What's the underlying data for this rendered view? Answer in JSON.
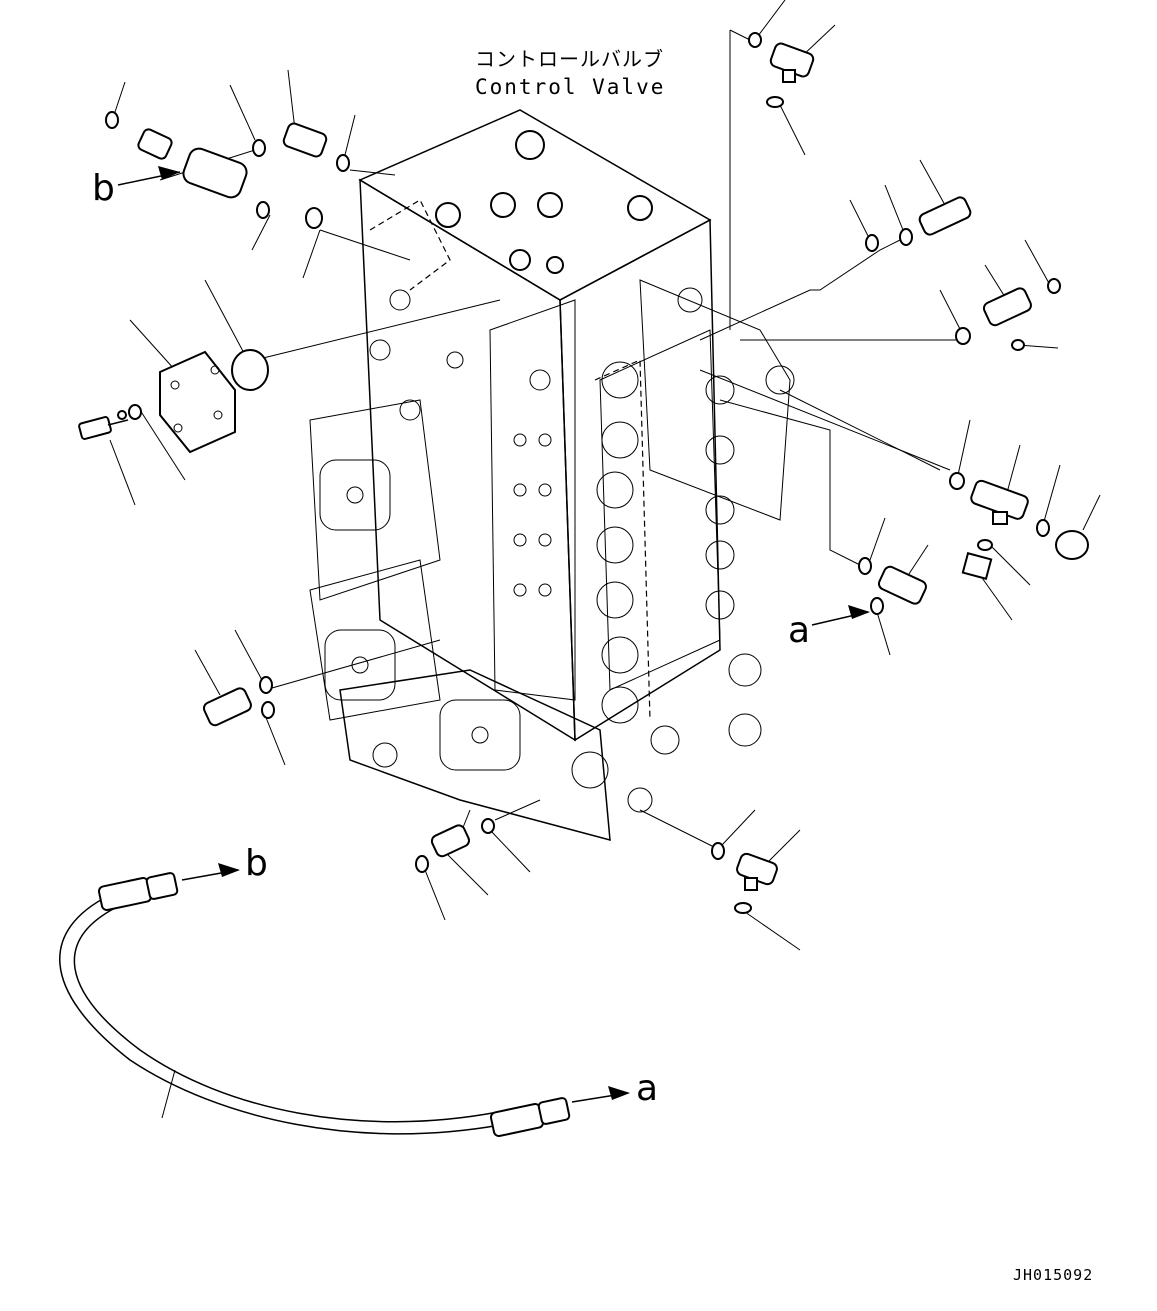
{
  "title": {
    "japanese": "コントロールバルブ",
    "english": "Control Valve"
  },
  "references": {
    "a_arrow_right": "a",
    "b_arrow_left": "b",
    "b_hose_end": "b",
    "a_hose_end": "a"
  },
  "drawing_code": "JH015092",
  "colors": {
    "line": "#000000",
    "background": "#ffffff"
  }
}
